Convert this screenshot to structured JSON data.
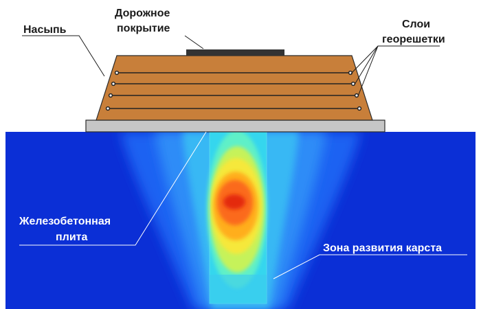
{
  "labels": {
    "embankment": "Насыпь",
    "road_surface_line1": "Дорожное",
    "road_surface_line2": "покрытие",
    "geogrid_line1": "Слои",
    "geogrid_line2": "георешетки",
    "slab_line1": "Железобетонная",
    "slab_line2": "плита",
    "karst_zone": "Зона развития карста"
  },
  "colors": {
    "embankment": "#c87f3a",
    "road_surface": "#333333",
    "slab": "#c6c6c6",
    "soil_base": "#0b2fd6",
    "stress_peak": "#e42a10"
  },
  "geogrid_layers": 4
}
